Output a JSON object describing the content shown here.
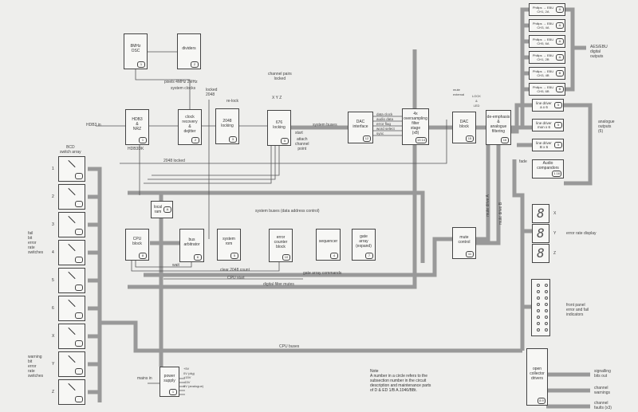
{
  "blocks": {
    "osc": {
      "label": "8MHz\nOSC",
      "num": "1"
    },
    "dividers": {
      "label": "dividers",
      "num": "2"
    },
    "hdb3": {
      "label": "HDB3\n&\nNRZ",
      "num": "1"
    },
    "clock": {
      "label": "clock\nrecovery\n&\ndejitter",
      "num": "2"
    },
    "lock2048": {
      "label": "2048\nlocking",
      "num": "3"
    },
    "lock676": {
      "label": "676\nlocking",
      "num": "5"
    },
    "dac_if": {
      "label": "DAC\ninterface",
      "num": "12"
    },
    "filter": {
      "label": "4x\noversampling\nfilter\nstage\n(x8)",
      "num": "13 14"
    },
    "dac": {
      "label": "DAC\nblock",
      "num": "15"
    },
    "deemph": {
      "label": "de-emphasis\n&\nanalogue\nfiltering",
      "num": "16"
    },
    "cpu": {
      "label": "CPU\nblock",
      "num": "8"
    },
    "ram": {
      "label": "local\nram",
      "num": "A"
    },
    "arb": {
      "label": "bus\narbitrator",
      "num": "6"
    },
    "rom": {
      "label": "system\nrom",
      "num": "5"
    },
    "errcnt": {
      "label": "error\ncounter\nblock",
      "num": "10"
    },
    "seq": {
      "label": "sequencer",
      "num": "4"
    },
    "gate": {
      "label": "gate\narray\n(expand)",
      "num": "7"
    },
    "mute": {
      "label": "mute\ncontrol",
      "num": "11"
    },
    "compand": {
      "label": "Audio\ncompandors",
      "num": "1 16"
    },
    "power": {
      "label": "power\nsupply",
      "num": "1"
    },
    "oc": {
      "label": "open\ncollector\ndrivers",
      "num": "8 9"
    }
  },
  "philips": [
    {
      "label": "Philips → EBU\nCH1, 2A",
      "num": "A"
    },
    {
      "label": "Philips → EBU\nCH3, 4A",
      "num": "A"
    },
    {
      "label": "Philips → EBU\nCH5, 6A",
      "num": "A"
    },
    {
      "label": "Philips → EBU\nCH1, 2B",
      "num": "A"
    },
    {
      "label": "Philips → EBU\nCH3, 4B",
      "num": "B"
    },
    {
      "label": "Philips → EBU\nCH5, 6B",
      "num": "B"
    }
  ],
  "line_drivers": [
    {
      "label": "line driver\na x 6",
      "num": "5"
    },
    {
      "label": "line driver\nmon x 6",
      "num": "5"
    },
    {
      "label": "line driver\nB x 6",
      "num": "5"
    }
  ],
  "labels": {
    "system_clocks": "system clocks",
    "clk_taps": "pixels   4MHz   2MHz",
    "hdb3_in": "HDB3 in",
    "hdb3_sub": "HDB3DK",
    "locked_2048": "locked\n2048",
    "relock": "re-lock",
    "channel_pairs": "channel pairs\nlocked",
    "xyz": "X  Y  Z",
    "system_buses_top": "system buses",
    "start": "start",
    "attach": "attach\nchannel\npoint",
    "lock_2048_line": "2048 locked",
    "dac_signals": "data clock\naudio data\nerror flag\nword select\nsync",
    "muted_ext": "mute\nexternal",
    "lock": "LOCK\n&\nLED",
    "aes_out": "AES/EBU\ndigital\noutputs",
    "analogue_out": "analogue\noutputs\n(6)",
    "fade": "fade",
    "bcd": "BCD\nswitch array",
    "fail_switches": "fail\nbit\nerror\nrate\nswitches",
    "warning_switches": "warning\nbit\nerror\nrate\nswitches",
    "system_buses_mid": "system buses (data address control)",
    "wait": "wait",
    "clear_2048": "clear 2048 count",
    "cpu_start": "CPU start",
    "gate_array_commands": "gate array commands",
    "digital_filter_mutes": "digital filter mutes",
    "mute_drive_a": "mute drive A",
    "mute_drive_b": "mute drive B",
    "error_rate_display": "error rate display",
    "front_panel": "front panel\nerror and fail\nindicators",
    "cpu_buses": "CPU buses",
    "mains_in": "mains in",
    "rails": "+5V\n0V (dig)\n+15V\n-15V\n0V (analogue)",
    "signalling": "signalling\nbits out",
    "channel_warnings": "channel\nwarnings",
    "channel_faults": "channel\nfaults (x3)",
    "digit_idx": [
      "X",
      "Y",
      "Z"
    ]
  },
  "switch_index": [
    "1",
    "2",
    "3",
    "4",
    "5",
    "6",
    "X",
    "Y",
    "Z"
  ],
  "note": {
    "title": "Note",
    "text": "A number in a circle refers to the subsection number in the circuit description and maintenance parts of D & ED 1/B A.1046/BBt."
  }
}
